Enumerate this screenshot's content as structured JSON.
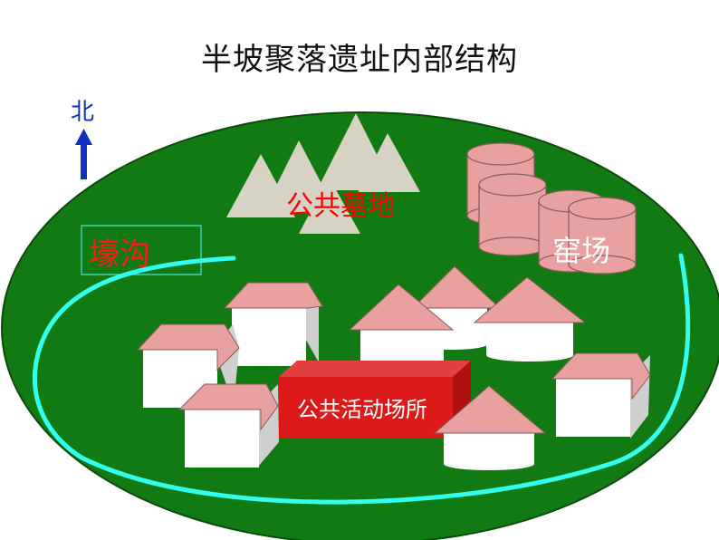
{
  "title": "半坡聚落遗址内部结构",
  "compass": {
    "label": "北"
  },
  "labels": {
    "moat": "壕沟",
    "cemetery": "公共墓地",
    "kiln": "窑场",
    "plaza": "公共活动场所"
  },
  "colors": {
    "ground": "#127a12",
    "moat_line": "#33ffee",
    "roof": "#e8a0a0",
    "wall": "#ffffff",
    "plaza_front": "#dd1a1a",
    "plaza_top": "#e24040",
    "kiln": "#e8a0a0",
    "mountain": "#d6d2c4",
    "arrow": "#1030c0",
    "cemetery_text": "#ff0000",
    "moat_text": "#ff1a1a",
    "plaza_text": "#ffffff",
    "kiln_text": "#ffffff"
  }
}
